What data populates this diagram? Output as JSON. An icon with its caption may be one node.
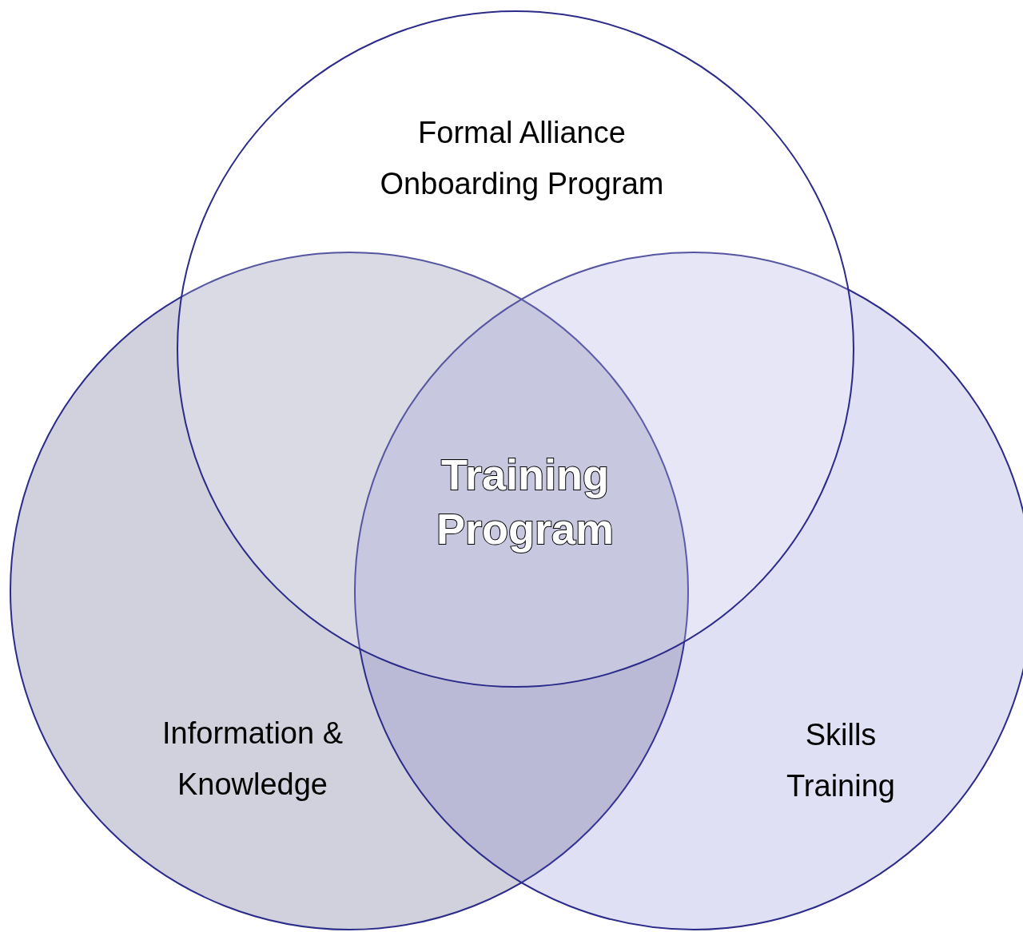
{
  "diagram": {
    "nodes": [
      {
        "text": [
          "Formal Alliance Onboarding Program"
        ]
      },
      {
        "text": [
          "Information & Knowledge"
        ]
      },
      {
        "text": [
          "Skills Training"
        ]
      }
    ],
    "labels": [
      "Training Program"
    ]
  }
}
